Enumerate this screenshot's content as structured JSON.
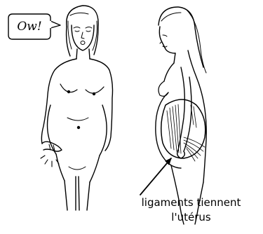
{
  "speech_bubble": {
    "text": "Ow!"
  },
  "caption": {
    "line1": "ligaments tiennent",
    "line2": "l'utérus"
  }
}
